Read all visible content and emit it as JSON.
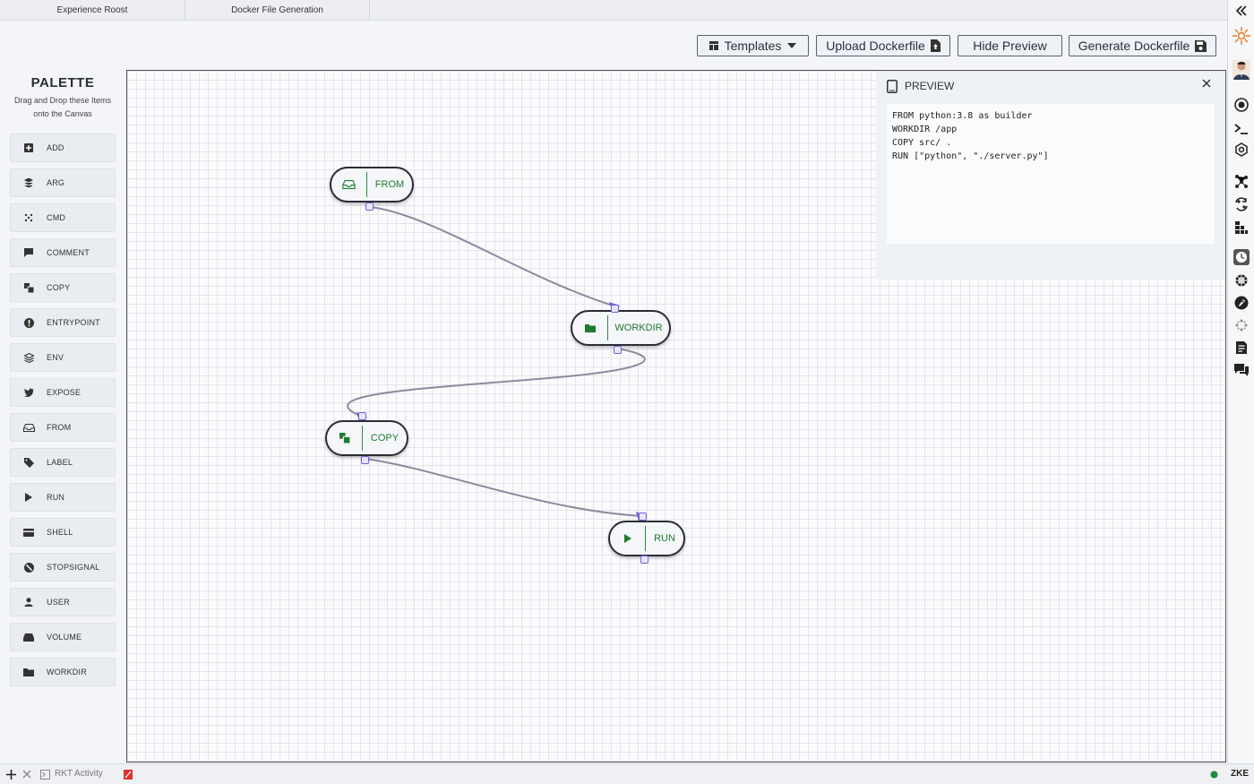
{
  "tabs": [
    {
      "label": "Experience Roost"
    },
    {
      "label": "Docker File Generation"
    }
  ],
  "toolbar": {
    "templates_label": "Templates",
    "upload_label": "Upload Dockerfile",
    "hide_preview_label": "Hide Preview",
    "generate_label": "Generate Dockerfile"
  },
  "palette": {
    "title": "PALETTE",
    "subtitle": "Drag and Drop these Items onto the Canvas",
    "items": [
      {
        "label": "ADD",
        "icon": "plus-square-icon"
      },
      {
        "label": "ARG",
        "icon": "layers-stack-icon"
      },
      {
        "label": "CMD",
        "icon": "dots-grid-icon"
      },
      {
        "label": "COMMENT",
        "icon": "comment-icon"
      },
      {
        "label": "COPY",
        "icon": "copy-icon"
      },
      {
        "label": "ENTRYPOINT",
        "icon": "exclamation-icon"
      },
      {
        "label": "ENV",
        "icon": "layers-icon"
      },
      {
        "label": "EXPOSE",
        "icon": "twitter-bird-icon"
      },
      {
        "label": "FROM",
        "icon": "inbox-tray-icon"
      },
      {
        "label": "LABEL",
        "icon": "tag-icon"
      },
      {
        "label": "RUN",
        "icon": "play-icon"
      },
      {
        "label": "SHELL",
        "icon": "card-icon"
      },
      {
        "label": "STOPSIGNAL",
        "icon": "ban-icon"
      },
      {
        "label": "USER",
        "icon": "user-icon"
      },
      {
        "label": "VOLUME",
        "icon": "drive-icon"
      },
      {
        "label": "WORKDIR",
        "icon": "folder-icon"
      }
    ]
  },
  "canvas": {
    "nodes": [
      {
        "label": "FROM",
        "icon": "inbox-tray-icon"
      },
      {
        "label": "WORKDIR",
        "icon": "folder-icon"
      },
      {
        "label": "COPY",
        "icon": "copy-icon"
      },
      {
        "label": "RUN",
        "icon": "play-icon"
      }
    ]
  },
  "preview": {
    "title": "PREVIEW",
    "lines": [
      "FROM python:3.8 as builder",
      "WORKDIR /app",
      "COPY src/ .",
      "RUN [\"python\", \"./server.py\"]"
    ]
  },
  "statusbar": {
    "activity_label": "RKT Activity",
    "right_label": "ZKE"
  },
  "colors": {
    "node_label": "#1e7a2e",
    "port": "#6f63d8",
    "edge": "#8a8aa0"
  }
}
